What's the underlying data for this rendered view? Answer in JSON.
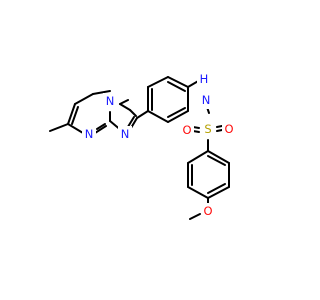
{
  "molecule": {
    "atom_labels": {
      "ring_nitrogen": "N",
      "imidazole_nitrogen": "N",
      "pyrimidine_nitrogen": "N",
      "amide_nitrogen": "N",
      "amide_hydrogen": "H",
      "sulfur": "S",
      "sulfonyl_oxygen_left": "O",
      "sulfonyl_oxygen_right": "O",
      "methoxy_oxygen": "O"
    },
    "colors": {
      "bond": "#000000",
      "nitrogen": "#1a1aff",
      "oxygen": "#ff0d0d",
      "sulfur": "#b5a000"
    }
  }
}
